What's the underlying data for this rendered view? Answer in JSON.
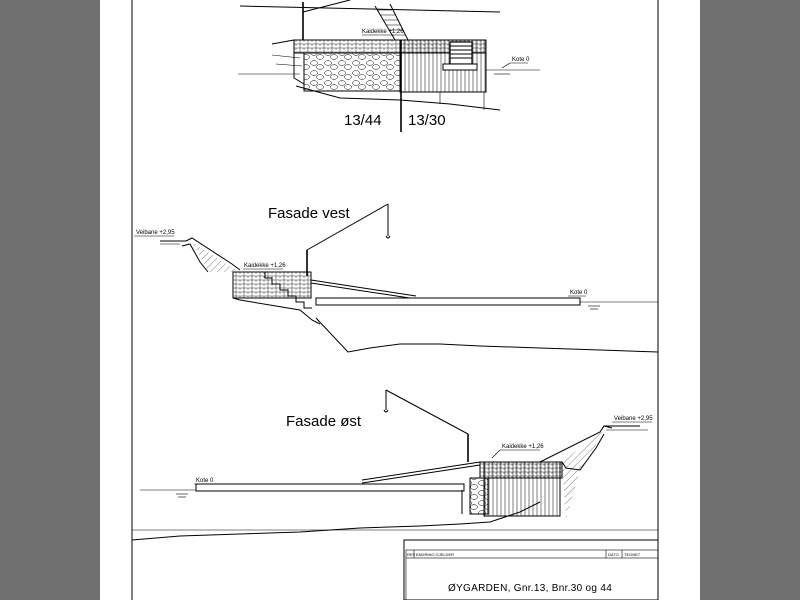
{
  "top_section": {
    "label_kaidekke": "Kaidekke +1,26",
    "label_kote": "Kote 0",
    "parcel_left": "13/44",
    "parcel_right": "13/30"
  },
  "fasade_vest": {
    "title": "Fasade vest",
    "label_veibane": "Veibane +2,95",
    "label_kaidekke": "Kaidekke +1,26",
    "label_kote": "Kote 0"
  },
  "fasade_ost": {
    "title": "Fasade øst",
    "label_veibane": "Veibane +2,95",
    "label_kaidekke": "Kaidekke +1,26",
    "label_kote": "Kote 0"
  },
  "title_block": {
    "col_rev": "REV",
    "col_endring": "ENDRING GJELDER",
    "col_dato": "DATO",
    "col_tegnet": "TEGNET",
    "project": "ØYGARDEN, Gnr.13, Bnr.30 og 44"
  },
  "colors": {
    "background": "#6f6f6f",
    "sheet": "#ffffff",
    "ink": "#000000"
  }
}
